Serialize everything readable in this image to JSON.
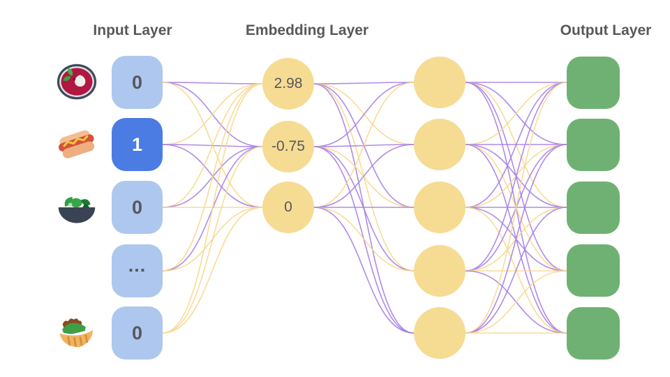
{
  "titles": {
    "input": "Input Layer",
    "embedding": "Embedding Layer",
    "output": "Output Layer"
  },
  "input_layer": {
    "nodes": [
      {
        "icon": "borscht-bowl",
        "value": "0",
        "active": false
      },
      {
        "icon": "hot-dog",
        "value": "1",
        "active": true
      },
      {
        "icon": "green-salad",
        "value": "0",
        "active": false
      },
      {
        "icon": "",
        "value": "...",
        "active": false
      },
      {
        "icon": "stuffed-flatbread",
        "value": "0",
        "active": false
      }
    ]
  },
  "embedding_layer": {
    "nodes": [
      {
        "value": "2.98"
      },
      {
        "value": "-0.75"
      },
      {
        "value": "0"
      }
    ]
  },
  "hidden_layer": {
    "node_count": 5
  },
  "output_layer": {
    "node_count": 5
  },
  "colors": {
    "input_node": "#aec7ee",
    "input_node_active": "#4a7ce4",
    "input_text": "#57585c",
    "input_text_active": "#ffffff",
    "embedding_node": "#f6db93",
    "output_node": "#6fb173",
    "title_text": "#57585c",
    "edge_purple": "#a67ee6",
    "edge_yellow": "#f8d78c"
  },
  "connections": {
    "input_to_embedding": [
      [
        "p",
        "p",
        "y"
      ],
      [
        "y",
        "p",
        "p"
      ],
      [
        "y",
        "p",
        "y"
      ],
      [
        "y",
        "p",
        "y"
      ],
      [
        "y",
        "y",
        "y"
      ]
    ],
    "embedding_to_hidden": [
      [
        "p",
        "y",
        "p",
        "y",
        "p"
      ],
      [
        "p",
        "p",
        "y",
        "p",
        "p"
      ],
      [
        "y",
        "p",
        "p",
        "y",
        "p"
      ]
    ],
    "hidden_to_output": [
      [
        "p",
        "p",
        "y",
        "p",
        "p"
      ],
      [
        "y",
        "p",
        "p",
        "y",
        "p"
      ],
      [
        "p",
        "y",
        "p",
        "p",
        "y"
      ],
      [
        "p",
        "p",
        "y",
        "y",
        "p"
      ],
      [
        "y",
        "p",
        "p",
        "y",
        "y"
      ]
    ]
  }
}
